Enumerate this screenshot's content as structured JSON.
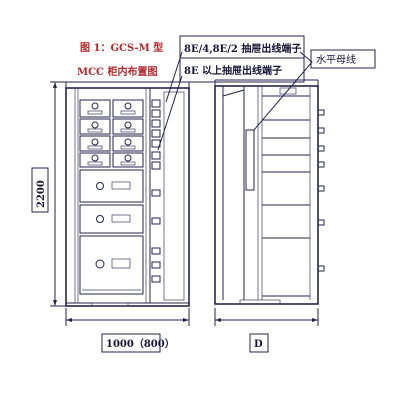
{
  "title": {
    "line1": "图 1：GCS-M 型",
    "line2": "MCC 柜内布置图",
    "color": "#b2282c"
  },
  "callouts": {
    "terminal_small": "8E/4,8E/2 抽屉出线端子",
    "terminal_large": "8E 以上抽屉出线端子",
    "busbar": "水平母线"
  },
  "dimensions": {
    "height": "2200",
    "width": "1000（800）",
    "depth": "D"
  },
  "line_color": "#23244f"
}
